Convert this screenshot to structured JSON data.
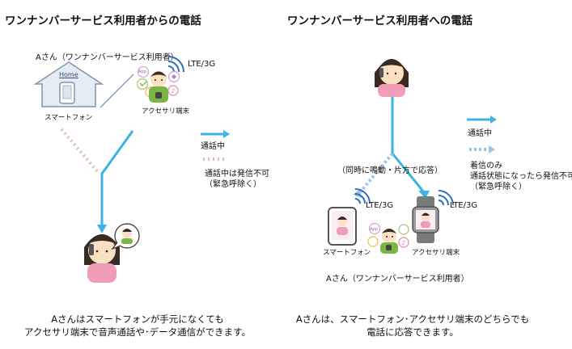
{
  "left": {
    "title": "ワンナンバーサービス利用者からの電話",
    "user_label": "Aさん（ワンナンバーサービス利用者）",
    "home_label": "Home",
    "smartphone_label": "スマートフォン",
    "accessory_label": "アクセサリ端末",
    "network_label": "LTE/3G",
    "app_badge": "App",
    "legend_active": "通話中",
    "legend_blocked_line1": "通話中は発信不可",
    "legend_blocked_line2": "（緊急呼除く）",
    "caption_line1": "Aさんはスマートフォンが手元になくても",
    "caption_line2": "アクセサリ端末で音声通話や･データ通信ができます。"
  },
  "right": {
    "title": "ワンナンバーサービス利用者への電話",
    "simultaneous_label": "（同時に鳴動・片方で応答）",
    "network_label_1": "LTE/3G",
    "network_label_2": "LTE/3G",
    "smartphone_label": "スマートフォン",
    "accessory_label": "アクセサリ端末",
    "app_badge": "App",
    "user_label": "Aさん（ワンナンバーサービス利用者）",
    "legend_active": "通話中",
    "legend_ring_line1": "着信のみ",
    "legend_ring_line2": "通話状態になったら発信不可",
    "legend_ring_line3": "（緊急呼除く）",
    "caption_line1": "Aさんは、スマートフォン･アクセサリ端末のどちらでも",
    "caption_line2": "電話に応答できます。"
  },
  "colors": {
    "active_line": "#3fb2e4",
    "blocked_line": "#e8b7b7",
    "ringing_line": "#9fc3e8",
    "house": "#e6ecf4",
    "house_stroke": "#7f95b3"
  }
}
